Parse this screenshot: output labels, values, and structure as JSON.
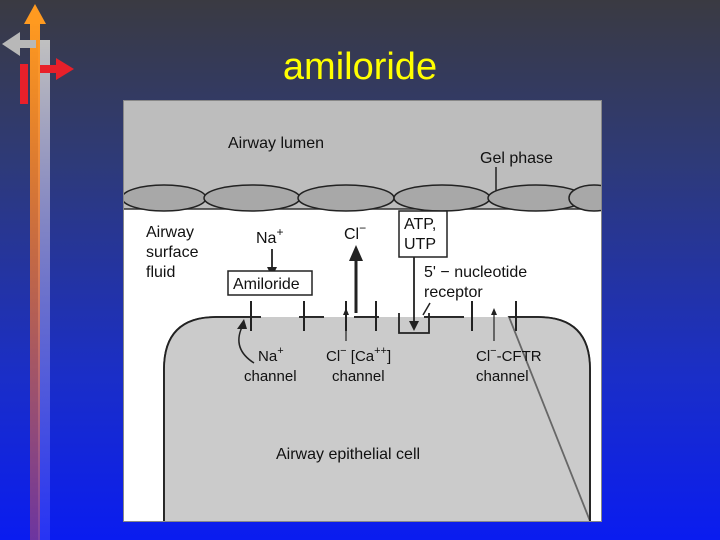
{
  "slide": {
    "title": "amiloride"
  },
  "diagram": {
    "lumen_label": "Airway lumen",
    "gel_label": "Gel phase",
    "fluid_label": [
      "Airway",
      "surface",
      "fluid"
    ],
    "na_ion": "Na",
    "na_sup": "+",
    "cl_ion": "Cl",
    "cl_sup": "−",
    "atp_label": [
      "ATP,",
      "UTP"
    ],
    "amiloride_label": "Amiloride",
    "receptor_label": [
      "5' − nucleotide",
      "receptor"
    ],
    "na_channel_label": [
      "Na",
      "+",
      "channel"
    ],
    "ca_channel_label": [
      "Cl",
      "−",
      " [Ca",
      "++",
      "]",
      "channel"
    ],
    "cftr_channel_label": [
      "Cl",
      "−",
      "-CFTR",
      "channel"
    ],
    "cell_label": "Airway epithelial cell"
  },
  "colors": {
    "title": "#ffff00",
    "lumen_gray": "#bdbdbd",
    "cell_gray": "#9e9e9e",
    "deco_orange": "#ff8c1a",
    "deco_red": "#e8202a"
  }
}
